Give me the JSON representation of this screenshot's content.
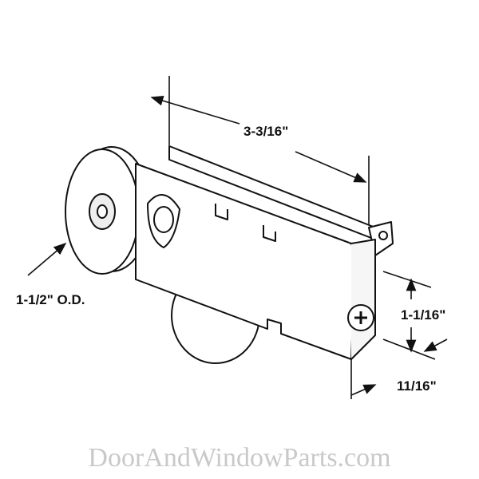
{
  "dimensions": {
    "length": "3-3/16\"",
    "wheel_diameter": "1-1/2\" O.D.",
    "height": "1-1/16\"",
    "width": "11/16\""
  },
  "watermark": "DoorAndWindowParts.com"
}
